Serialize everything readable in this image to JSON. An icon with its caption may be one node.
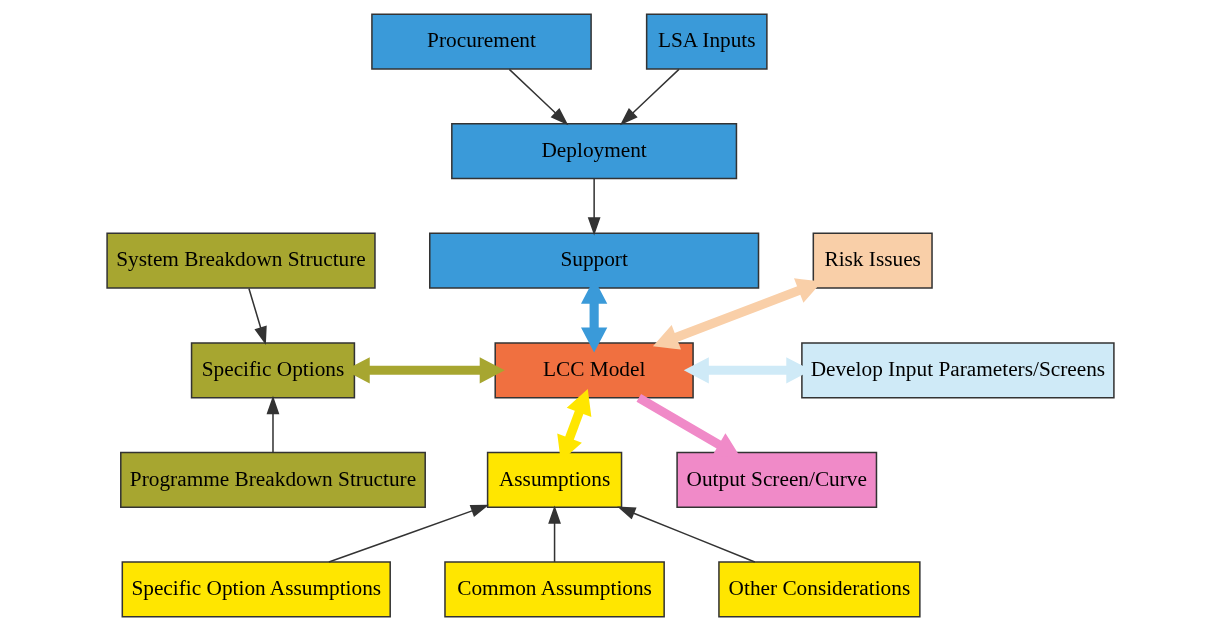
{
  "diagram": {
    "nodes": [
      {
        "text": [
          "Procurement"
        ]
      },
      {
        "text": [
          "LSA Inputs"
        ]
      },
      {
        "text": [
          "Deployment"
        ]
      },
      {
        "text": [
          "Support"
        ]
      },
      {
        "text": [
          "Risk Issues"
        ]
      },
      {
        "text": [
          "System Breakdown Structure"
        ]
      },
      {
        "text": [
          "Specific Options"
        ]
      },
      {
        "text": [
          "Programme Breakdown Structure"
        ]
      },
      {
        "text": [
          "LCC Model"
        ]
      },
      {
        "text": [
          "Develop Input Parameters/Screens"
        ]
      },
      {
        "text": [
          "Output Screen/Curve"
        ]
      },
      {
        "text": [
          "Assumptions"
        ]
      },
      {
        "text": [
          "Specific Option Assumptions"
        ]
      },
      {
        "text": [
          "Common Assumptions"
        ]
      },
      {
        "text": [
          "Other Considerations"
        ]
      }
    ],
    "edges": [
      {
        "from": 0,
        "to": 2,
        "arrow": "to"
      },
      {
        "from": 1,
        "to": 2,
        "arrow": "to"
      },
      {
        "from": 2,
        "to": 3,
        "arrow": "to"
      },
      {
        "from": 3,
        "to": 8,
        "arrow": "both",
        "style": "thick",
        "color": "#3a9ad9"
      },
      {
        "from": 4,
        "to": 8,
        "arrow": "both",
        "style": "thick",
        "color": "#f9cfa8"
      },
      {
        "from": 5,
        "to": 6,
        "arrow": "to"
      },
      {
        "from": 7,
        "to": 6,
        "arrow": "to"
      },
      {
        "from": 6,
        "to": 8,
        "arrow": "both",
        "style": "thick",
        "color": "#a7a630"
      },
      {
        "from": 8,
        "to": 9,
        "arrow": "both",
        "style": "thick",
        "color": "#cfeaf7"
      },
      {
        "from": 8,
        "to": 10,
        "arrow": "to",
        "style": "thick",
        "color": "#f08ac8"
      },
      {
        "from": 8,
        "to": 11,
        "arrow": "both",
        "style": "thick",
        "color": "#ffe600"
      },
      {
        "from": 12,
        "to": 11,
        "arrow": "to"
      },
      {
        "from": 13,
        "to": 11,
        "arrow": "to"
      },
      {
        "from": 14,
        "to": 11,
        "arrow": "to"
      }
    ]
  }
}
